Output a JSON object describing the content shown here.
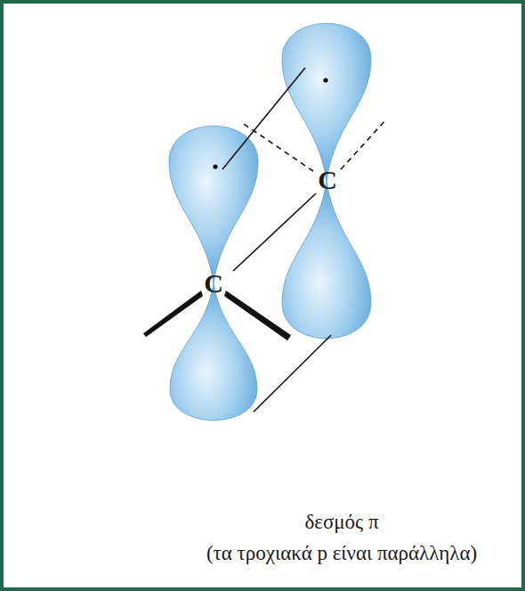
{
  "diagram": {
    "caption": "δεσμός π",
    "labels": [
      "C",
      "C",
      "(τα τροχιακά p είναι παράλληλα)"
    ]
  }
}
